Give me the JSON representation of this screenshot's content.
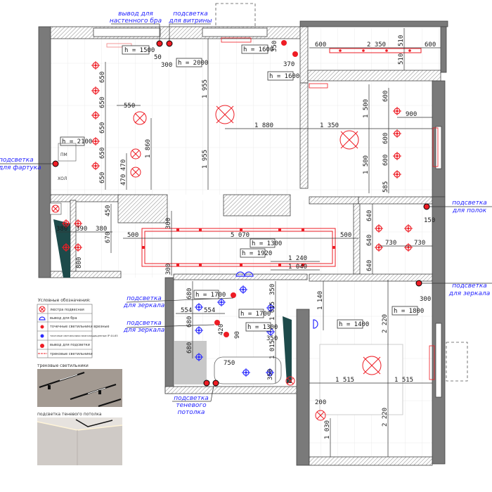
{
  "callouts": {
    "sconce": [
      "вывод для",
      "настенного бра"
    ],
    "showcase": [
      "подсветка",
      "для витрины"
    ],
    "apron": [
      "подсветка",
      "для фартука"
    ],
    "shelves": [
      "подсветка",
      "для полок"
    ],
    "mirror_bedroom": [
      "подсветка",
      "для зеркала"
    ],
    "mirror_bath_1": [
      "подсветка",
      "для зеркала"
    ],
    "mirror_bath_2": [
      "подсветка",
      "для зеркала"
    ],
    "shadow_ceiling": [
      "подсветка",
      "теневого",
      "потолка"
    ]
  },
  "heights": {
    "sconce": "h = 1500",
    "showcase": "h = 2000",
    "living_1": "h = 1600",
    "living_2": "h = 1600",
    "apron": "h = 2100",
    "corridor_1": "h = 1300",
    "corridor_2": "h = 1920",
    "bath_mirror_1": "h = 1700",
    "bath_mirror_2": "h = 1700",
    "bath_3": "h = 1300",
    "bedroom_switch": "h = 1400",
    "bedroom_mirror": "h = 1800"
  },
  "dims": {
    "k50": "50",
    "k300": "300",
    "l350": "350",
    "l370": "370",
    "k650": [
      "650",
      "650",
      "650",
      "650",
      "650"
    ],
    "k550": "550",
    "k1860": "1 860",
    "k470a": "470",
    "k470b": "470",
    "l1955a": "1 955",
    "l1955b": "1 955",
    "l1880": "1 880",
    "r1350": "1 350",
    "b600a": "600",
    "b2350": "2 350",
    "b510a": "510",
    "b510b": "510",
    "b600b": "600",
    "r1500a": "1 500",
    "r1500b": "1 500",
    "r600a": "600",
    "r600b": "600",
    "r600c": "600",
    "r900": "900",
    "r585": "585",
    "h450": "450",
    "h380a": "380",
    "h390": "390",
    "h380b": "380",
    "h670": "670",
    "h800": "800",
    "c300a": "300",
    "c500a": "500",
    "c5070": "5 070",
    "c500b": "500",
    "c1240": "1 240",
    "c1040": "1 040",
    "c300b": "300",
    "w640a": "640",
    "w640b": "640",
    "w640c": "640",
    "w730a": "730",
    "w730b": "730",
    "w150": "150",
    "ba680a": "680",
    "ba680b": "680",
    "ba680c": "680",
    "ba554a": "554",
    "ba554b": "554",
    "ba350a": "350",
    "ba1015a": "1 015",
    "ba350b": "350",
    "ba1015b": "1 015",
    "ba420": "420",
    "ba90": "90",
    "ba750": "750",
    "ba350c": "350",
    "bd1140": "1 140",
    "bd300": "300",
    "bd2220a": "2 220",
    "bd2220b": "2 220",
    "bd1515a": "1 515",
    "bd1515b": "1 515",
    "bd200": "200",
    "bd1030": "1 030"
  },
  "room_labels": {
    "fridge": "ХОЛ",
    "dishwasher": "ПМ"
  },
  "legend": {
    "title": "Условные обозначения:",
    "items": [
      "люстра подвесная",
      "вывод для бра",
      "точечные светильники врезные",
      "точечные светильники влагозащищенные IP 44-65",
      "вывод для подсветки",
      "трековые светильники"
    ]
  },
  "photos": {
    "track_caption": "трековые светильники",
    "shadow_caption": "подсветка теневого потолка"
  },
  "colors": {
    "lighting": "#ee1c24",
    "wet_fixtures": "#2a2aff",
    "callout": "#2424ff"
  }
}
